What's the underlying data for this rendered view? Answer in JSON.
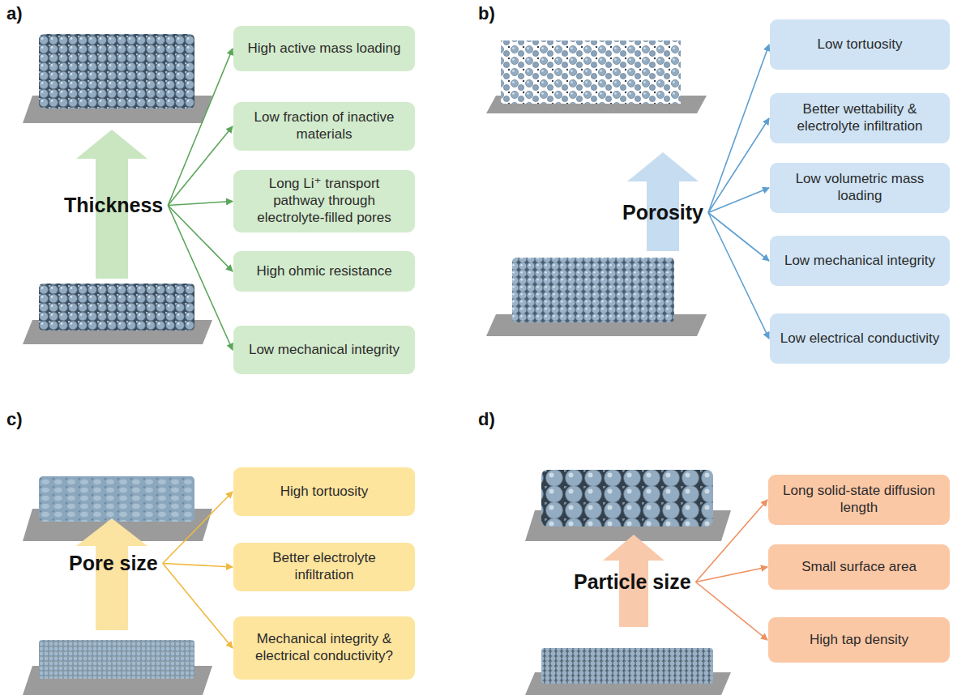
{
  "diagram": {
    "nodes": [
      {
        "text": [
          "Thickness"
        ]
      },
      {
        "text": [
          "High active mass loading"
        ]
      },
      {
        "text": [
          "Low fraction of inactive materials"
        ]
      },
      {
        "text": [
          "Long Li⁺ transport pathway through electrolyte-filled pores"
        ]
      },
      {
        "text": [
          "High ohmic resistance"
        ]
      },
      {
        "text": [
          "Low mechanical integrity"
        ]
      },
      {
        "text": [
          "Porosity"
        ]
      },
      {
        "text": [
          "Low tortuosity"
        ]
      },
      {
        "text": [
          "Better wettability & electrolyte infiltration"
        ]
      },
      {
        "text": [
          "Low volumetric mass loading"
        ]
      },
      {
        "text": [
          "Low mechanical integrity"
        ]
      },
      {
        "text": [
          "Low electrical conductivity"
        ]
      },
      {
        "text": [
          "Pore size"
        ]
      },
      {
        "text": [
          "High tortuosity"
        ]
      },
      {
        "text": [
          "Better electrolyte infiltration"
        ]
      },
      {
        "text": [
          "Mechanical integrity & electrical conductivity?"
        ]
      },
      {
        "text": [
          "Particle size"
        ]
      },
      {
        "text": [
          "Long solid-state diffusion length"
        ]
      },
      {
        "text": [
          "Small surface area"
        ]
      },
      {
        "text": [
          "High tap density"
        ]
      }
    ],
    "edges": [
      {
        "from": 0,
        "to": 1,
        "arrow": "to"
      },
      {
        "from": 0,
        "to": 2,
        "arrow": "to"
      },
      {
        "from": 0,
        "to": 3,
        "arrow": "to"
      },
      {
        "from": 0,
        "to": 4,
        "arrow": "to"
      },
      {
        "from": 0,
        "to": 5,
        "arrow": "to"
      },
      {
        "from": 6,
        "to": 7,
        "arrow": "to"
      },
      {
        "from": 6,
        "to": 8,
        "arrow": "to"
      },
      {
        "from": 6,
        "to": 9,
        "arrow": "to"
      },
      {
        "from": 6,
        "to": 10,
        "arrow": "to"
      },
      {
        "from": 6,
        "to": 11,
        "arrow": "to"
      },
      {
        "from": 12,
        "to": 13,
        "arrow": "to"
      },
      {
        "from": 12,
        "to": 14,
        "arrow": "to"
      },
      {
        "from": 12,
        "to": 15,
        "arrow": "to"
      },
      {
        "from": 16,
        "to": 17,
        "arrow": "to"
      },
      {
        "from": 16,
        "to": 18,
        "arrow": "to"
      },
      {
        "from": 16,
        "to": 19,
        "arrow": "to"
      }
    ],
    "labels": [
      "a)",
      "b)",
      "c)",
      "d)"
    ]
  }
}
